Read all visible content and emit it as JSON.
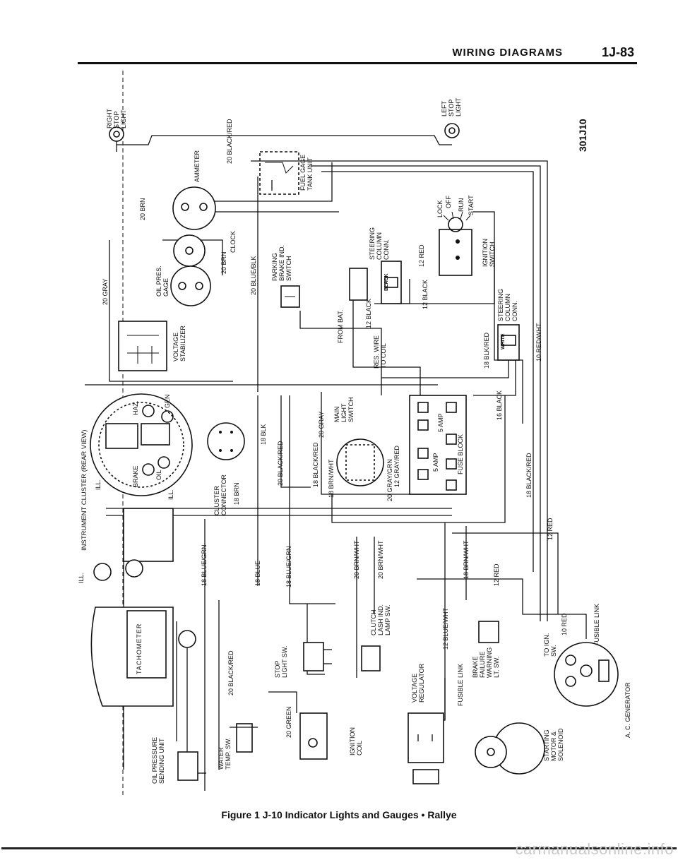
{
  "header": {
    "title": "WIRING DIAGRAMS",
    "page_number": "1J-83"
  },
  "figure_code": "301J10",
  "caption": "Figure 1 J-10 Indicator Lights and Gauges • Rallye",
  "watermark": "carmanualsonline.info",
  "components": {
    "right_stop_light": [
      "RIGHT",
      "STOP",
      "LIGHT"
    ],
    "left_stop_light": [
      "LEFT",
      "STOP",
      "LIGHT"
    ],
    "fuel_gage_tank_unit": [
      "FUEL GAGE",
      "TANK UNIT"
    ],
    "ammeter": "AMMETER",
    "clock": "CLOCK",
    "oil_pres_gage": [
      "OIL PRES.",
      "GAGE"
    ],
    "parking_brake_switch": [
      "PARKING",
      "BRAKE IND.",
      "SWITCH"
    ],
    "steering_column_conn_1": [
      "STEERING",
      "COLUMN",
      "CONN."
    ],
    "steering_column_conn_2": [
      "STEERING",
      "COLUMN",
      "CONN."
    ],
    "ignition_switch": [
      "IGNITION",
      "SWITCH"
    ],
    "ignition_positions": [
      "LOCK",
      "OFF",
      "RUN",
      "START"
    ],
    "voltage_stabilizer": [
      "VOLTAGE",
      "STABILIZER"
    ],
    "instrument_cluster": "INSTRUMENT CLUSTER (REAR VIEW)",
    "cluster_connector": [
      "CLUSTER",
      "CONNECTOR"
    ],
    "main_light_switch": [
      "MAIN",
      "LIGHT",
      "SWITCH"
    ],
    "fuse_block": "FUSE BLOCK",
    "fuse_ratings": [
      "5 AMP",
      "5 AMP"
    ],
    "from_bat": "FROM BAT.",
    "res_wire": [
      "RES. WIRE",
      "TO COIL"
    ],
    "tachometer": "TACHOMETER",
    "stop_light_sw": [
      "STOP",
      "LIGHT SW."
    ],
    "clutch_lamp_sw": [
      "CLUTCH",
      "LASH IND.",
      "LAMP SW."
    ],
    "brake_failure_sw": [
      "BRAKE",
      "FAILURE",
      "WARNING",
      "LT. SW."
    ],
    "fusible_link_1": "FUSIBLE LINK",
    "fusible_link_2": "FUSIBLE LINK",
    "voltage_regulator": [
      "VOLTAGE",
      "REGULATOR"
    ],
    "to_ign_sw": [
      "TO IGN.",
      "SW."
    ],
    "ac_generator": "A. C. GENERATOR",
    "starting_motor": [
      "STARTING",
      "MOTOR &",
      "SOLENOID"
    ],
    "ignition_coil": [
      "IGNITION",
      "COIL"
    ],
    "water_temp_sw": [
      "WATER",
      "TEMP. SW."
    ],
    "oil_pressure_unit": [
      "OIL PRESSURE",
      "SENDING UNIT"
    ],
    "connector_colors": [
      "BLACK",
      "WHITE"
    ],
    "cluster_lamps": [
      "HAZ.",
      "GEN",
      "BRAKE",
      "OIL",
      "ILL.",
      "ILL.",
      "ILL."
    ]
  },
  "wires": [
    "20 BLACK/RED",
    "20 BRN",
    "20 BRN",
    "20 GRAY",
    "20 BLUE/BLK",
    "12 RED",
    "12 BLACK",
    "12 BLACK",
    "18 BLK/RED",
    "10 RED/WHT",
    "16 BLACK",
    "18 BLK",
    "20 BLACK/RED",
    "18 BLACK/RED",
    "20 GRAY",
    "18 BRN/WHT",
    "20 GRAY/GRN",
    "12 GRAY/RED",
    "18 BRN",
    "18 BLUE/GRN",
    "18 BLUE",
    "18 BLUE/GRN",
    "20 BRN/WHT",
    "20 BRN/WHT",
    "18 BRN/WHT",
    "18 BLACK/RED",
    "12 RED",
    "12 RED",
    "12 BLUE/WHT",
    "10 RED",
    "20 BLACK/RED",
    "20 GREEN"
  ]
}
